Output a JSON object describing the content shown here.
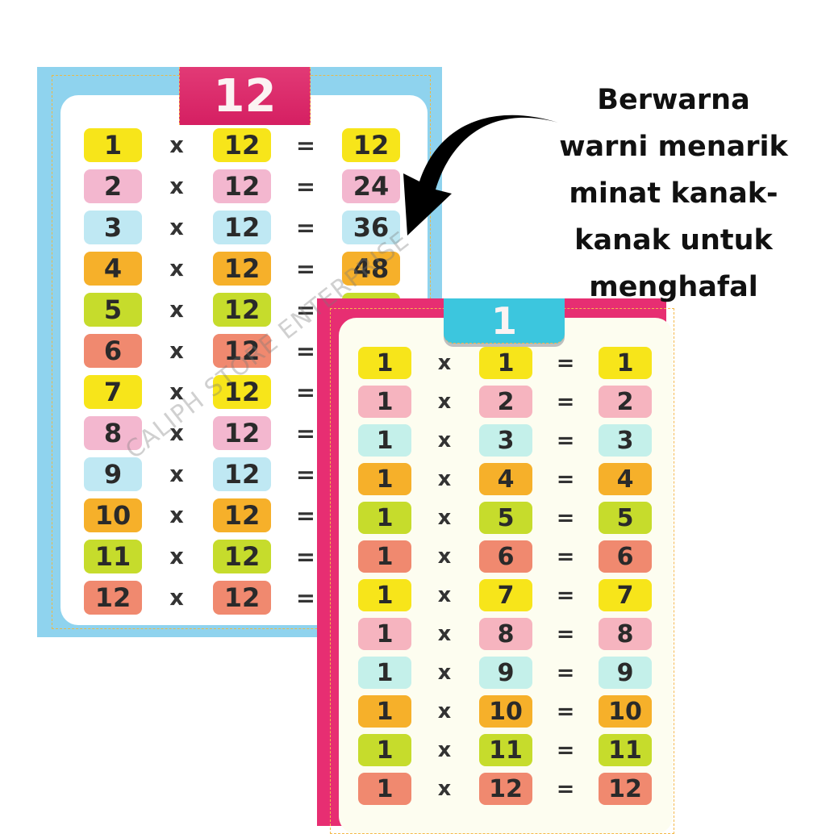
{
  "caption": {
    "lines": [
      "Berwarna",
      "warni menarik",
      "minat kanak-",
      "kanak untuk",
      "menghafal"
    ]
  },
  "watermark": "CALIPH STORE ENTERPRISE",
  "colors": {
    "yellow": "#f7e51a",
    "pink": "#f3b7cf",
    "lightblue": "#bfe8f3",
    "orange": "#f6b02a",
    "lime": "#c6dc2c",
    "salmon": "#f0896f",
    "mint": "#c4f0ea",
    "rose": "#f6b4bf"
  },
  "arrow_icon": "curved-arrow-left-down",
  "card_12": {
    "title": "12",
    "times": "x",
    "equals": "=",
    "rows": [
      {
        "a": "1",
        "b": "12",
        "result": "12",
        "color": "yellow"
      },
      {
        "a": "2",
        "b": "12",
        "result": "24",
        "color": "pink"
      },
      {
        "a": "3",
        "b": "12",
        "result": "36",
        "color": "lightblue"
      },
      {
        "a": "4",
        "b": "12",
        "result": "48",
        "color": "orange"
      },
      {
        "a": "5",
        "b": "12",
        "result": "",
        "color": "lime"
      },
      {
        "a": "6",
        "b": "12",
        "result": "",
        "color": "salmon"
      },
      {
        "a": "7",
        "b": "12",
        "result": "",
        "color": "yellow"
      },
      {
        "a": "8",
        "b": "12",
        "result": "",
        "color": "pink"
      },
      {
        "a": "9",
        "b": "12",
        "result": "",
        "color": "lightblue"
      },
      {
        "a": "10",
        "b": "12",
        "result": "",
        "color": "orange"
      },
      {
        "a": "11",
        "b": "12",
        "result": "",
        "color": "lime"
      },
      {
        "a": "12",
        "b": "12",
        "result": "",
        "color": "salmon"
      }
    ]
  },
  "card_1": {
    "title": "1",
    "times": "x",
    "equals": "=",
    "rows": [
      {
        "a": "1",
        "b": "1",
        "result": "1",
        "color": "yellow"
      },
      {
        "a": "1",
        "b": "2",
        "result": "2",
        "color": "rose"
      },
      {
        "a": "1",
        "b": "3",
        "result": "3",
        "color": "mint"
      },
      {
        "a": "1",
        "b": "4",
        "result": "4",
        "color": "orange"
      },
      {
        "a": "1",
        "b": "5",
        "result": "5",
        "color": "lime"
      },
      {
        "a": "1",
        "b": "6",
        "result": "6",
        "color": "salmon"
      },
      {
        "a": "1",
        "b": "7",
        "result": "7",
        "color": "yellow"
      },
      {
        "a": "1",
        "b": "8",
        "result": "8",
        "color": "rose"
      },
      {
        "a": "1",
        "b": "9",
        "result": "9",
        "color": "mint"
      },
      {
        "a": "1",
        "b": "10",
        "result": "10",
        "color": "orange"
      },
      {
        "a": "1",
        "b": "11",
        "result": "11",
        "color": "lime"
      },
      {
        "a": "1",
        "b": "12",
        "result": "12",
        "color": "salmon"
      }
    ]
  }
}
